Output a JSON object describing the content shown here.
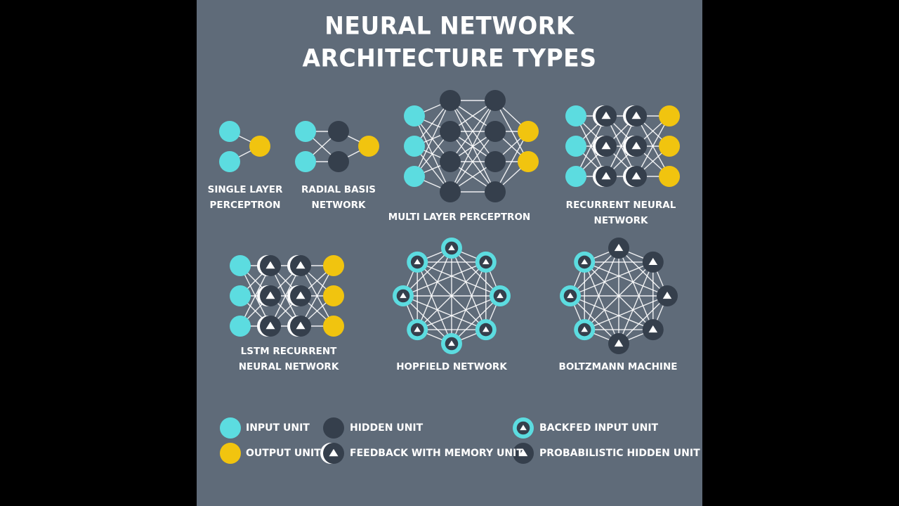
{
  "title": {
    "line1": "NEURAL NETWORK",
    "line2": "ARCHITECTURE TYPES"
  },
  "colors": {
    "background": "#5f6b79",
    "input_unit": "#5cdce0",
    "output_unit": "#f1c40f",
    "hidden_unit": "#353f4c",
    "edge": "#ffffff"
  },
  "networks": {
    "single_layer_perceptron": {
      "line1": "SINGLE LAYER",
      "line2": "PERCEPTRON"
    },
    "radial_basis_network": {
      "line1": "RADIAL BASIS",
      "line2": "NETWORK"
    },
    "multi_layer_perceptron": {
      "line1": "MULTI LAYER PERCEPTRON"
    },
    "recurrent_neural_network": {
      "line1": "RECURRENT NEURAL",
      "line2": "NETWORK"
    },
    "lstm_recurrent_neural_network": {
      "line1": "LSTM RECURRENT",
      "line2": "NEURAL NETWORK"
    },
    "hopfield_network": {
      "line1": "HOPFIELD NETWORK"
    },
    "boltzmann_machine": {
      "line1": "BOLTZMANN MACHINE"
    }
  },
  "legend": {
    "input_unit": "INPUT UNIT",
    "output_unit": "OUTPUT UNIT",
    "hidden_unit": "HIDDEN UNIT",
    "feedback_with_memory_unit": "FEEDBACK WITH MEMORY UNIT",
    "backfed_input_unit": "BACKFED INPUT UNIT",
    "probabilistic_hidden_unit": "PROBABILISTIC HIDDEN UNIT"
  }
}
